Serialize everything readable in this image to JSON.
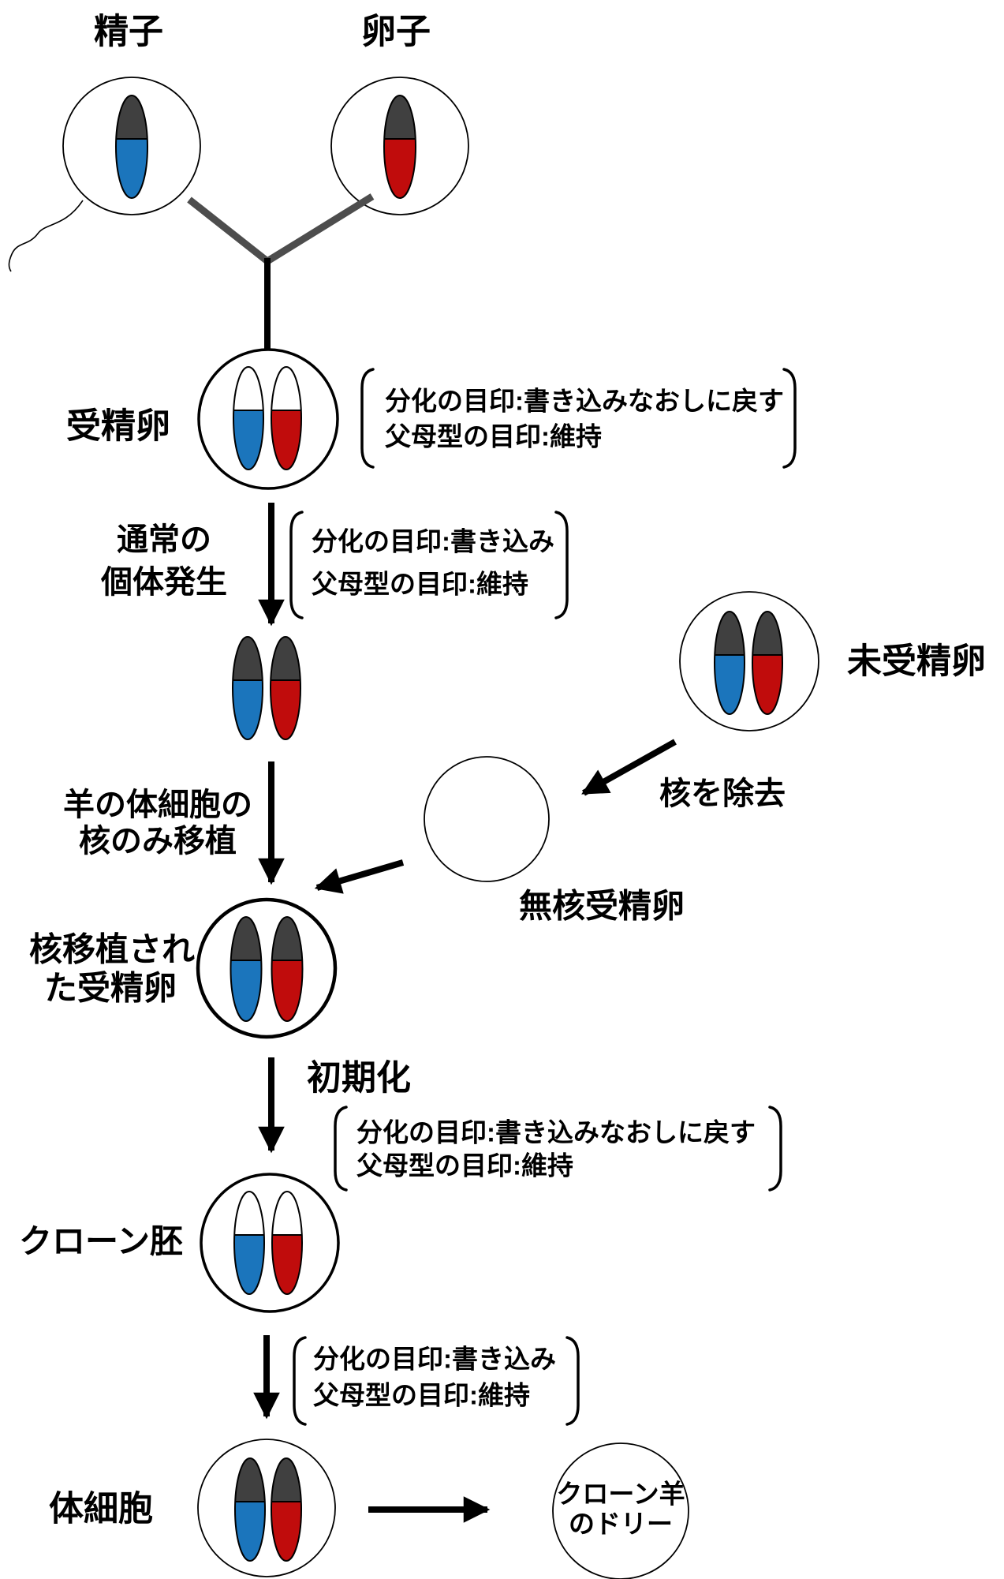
{
  "labels": {
    "sperm": "精子",
    "egg": "卵子",
    "fertilized_egg": "受精卵",
    "normal_dev_line1": "通常の",
    "normal_dev_line2": "個体発生",
    "unfertilized_egg": "未受精卵",
    "remove_nucleus": "核を除去",
    "enucleated_egg": "無核受精卵",
    "sheep_nucleus_line1": "羊の体細胞の",
    "sheep_nucleus_line2": "核のみ移植",
    "nuclear_transferred_line1": "核移植され",
    "nuclear_transferred_line2": "た受精卵",
    "reprogramming": "初期化",
    "clone_embryo": "クローン胚",
    "somatic_cell": "体細胞",
    "dolly_line1": "クローン羊",
    "dolly_line2": "のドリー"
  },
  "annotations": {
    "fertilization": {
      "line1": "分化の目印:書き込みなおしに戻す",
      "line2": "父母型の目印:維持"
    },
    "normal_development": {
      "line1": "分化の目印:書き込み",
      "line2": "父母型の目印:維持"
    },
    "reprogramming": {
      "line1": "分化の目印:書き込みなおしに戻す",
      "line2": "父母型の目印:維持"
    },
    "clone_development": {
      "line1": "分化の目印:書き込み",
      "line2": "父母型の目印:維持"
    }
  },
  "colors": {
    "paternal_blue": "#1b75bc",
    "maternal_red": "#c00c0c",
    "mark_dark": "#404040",
    "unmarked_white": "#ffffff",
    "merge_gray": "#4d4d4d"
  }
}
